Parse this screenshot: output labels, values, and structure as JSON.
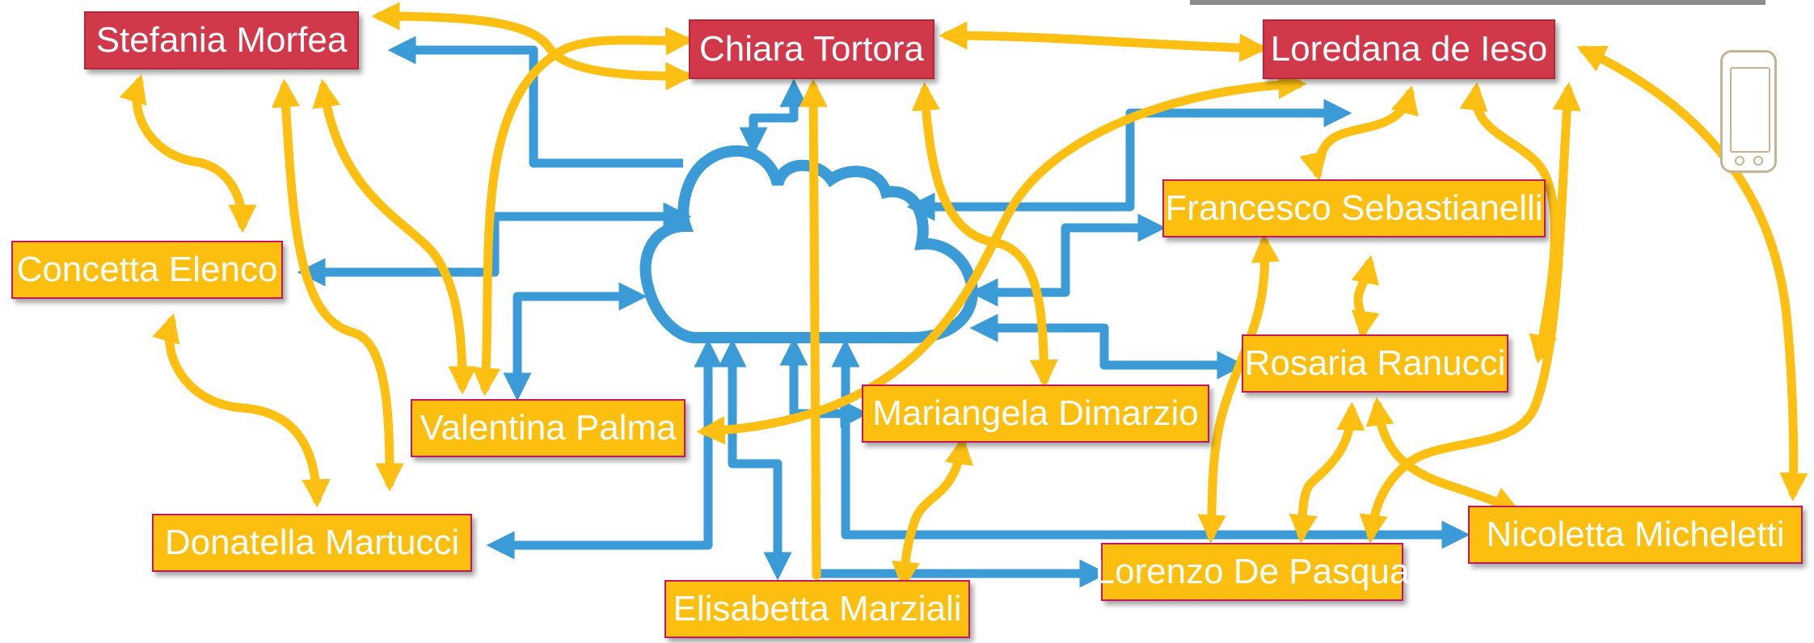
{
  "colors": {
    "title_box": "#d1384a",
    "member_box": "#fcbe0f",
    "cloud_links": "#3a9bd6",
    "peer_links": "#fdbf12",
    "cloud_stroke": "#3a9bd6"
  },
  "icons": {
    "device": "smartphone-icon",
    "center": "cloud-icon"
  },
  "nodes": {
    "stefania": "Stefania Morfea",
    "chiara": "Chiara Tortora",
    "loredana": "Loredana de Ieso",
    "francesco": "Francesco Sebastianelli",
    "concetta": "Concetta Elenco",
    "rosaria": "Rosaria Ranucci",
    "valentina": "Valentina Palma",
    "mariangela": "Mariangela Dimarzio",
    "donatella": "Donatella Martucci",
    "nicoletta": "Nicoletta Micheletti",
    "lorenzo": "Lorenzo De Pasqua",
    "elisabetta": "Elisabetta Marziali"
  }
}
